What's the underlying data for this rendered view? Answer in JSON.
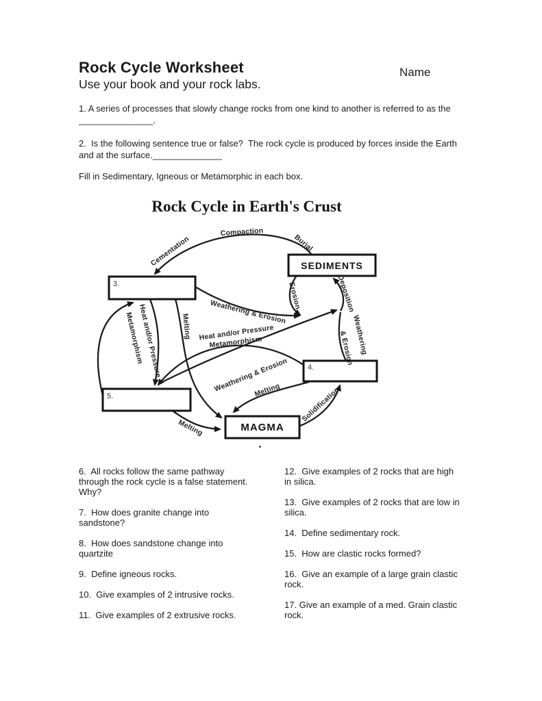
{
  "header": {
    "title": "Rock Cycle Worksheet",
    "name_label": "Name",
    "subtitle": "Use your book and your rock labs."
  },
  "intro": {
    "q1": [
      "1. A series of processes that slowly change rocks from one kind to another is referred to as the",
      "_______________."
    ],
    "q2": [
      "2.  Is the following sentence true or false?  The rock cycle is produced by forces inside the Earth",
      "and at the surface.______________"
    ],
    "fill_note": "Fill in Sedimentary, Igneous or Metamorphic in each box."
  },
  "diagram": {
    "title": "Rock Cycle in Earth's Crust",
    "boxes": {
      "sediments": "SEDIMENTS",
      "magma": "MAGMA",
      "n3": "3.",
      "n4": "4.",
      "n5": "5."
    },
    "labels": {
      "compaction": "Compaction",
      "burial": "Burial",
      "cementation": "Cementation",
      "erosion": "Erosion",
      "deposition": "Deposition",
      "weathering_upper": "Weathering & Erosion",
      "melting_vert": "Melting",
      "heat_left": "Heat and/or Pressure",
      "meta_left": "Metamorphism",
      "heat_mid": "Heat and/or Pressure",
      "meta_mid": "Metamorphism",
      "weathering_diag": "Weathering & Erosion",
      "weathering_right_1": "Weathering",
      "weathering_right_2": "& Erosion",
      "melting_right": "Melting",
      "solidification": "Solidification",
      "melting_bottom": "Melting"
    }
  },
  "questions": {
    "left": [
      [
        "6.  All rocks follow the same pathway",
        "through the rock cycle is a false statement.",
        "Why?"
      ],
      [
        "7.  How does granite change into",
        "sandstone?"
      ],
      [
        "8.  How does sandstone change into",
        "quartzite"
      ],
      [
        "9.  Define igneous rocks."
      ],
      [
        "10.  Give examples of 2 intrusive rocks."
      ],
      [
        "11.  Give examples of 2 extrusive rocks."
      ]
    ],
    "right": [
      [
        "12.  Give examples of 2 rocks that are high",
        "in silica."
      ],
      [
        "13.  Give examples of 2 rocks that are low in",
        "silica."
      ],
      [
        "14.  Define sedimentary rock."
      ],
      [
        "15.  How are clastic rocks formed?"
      ],
      [
        "16.  Give an example of a large grain clastic",
        "rock."
      ],
      [
        "17. Give an example of a med. Grain clastic",
        "rock."
      ]
    ]
  }
}
